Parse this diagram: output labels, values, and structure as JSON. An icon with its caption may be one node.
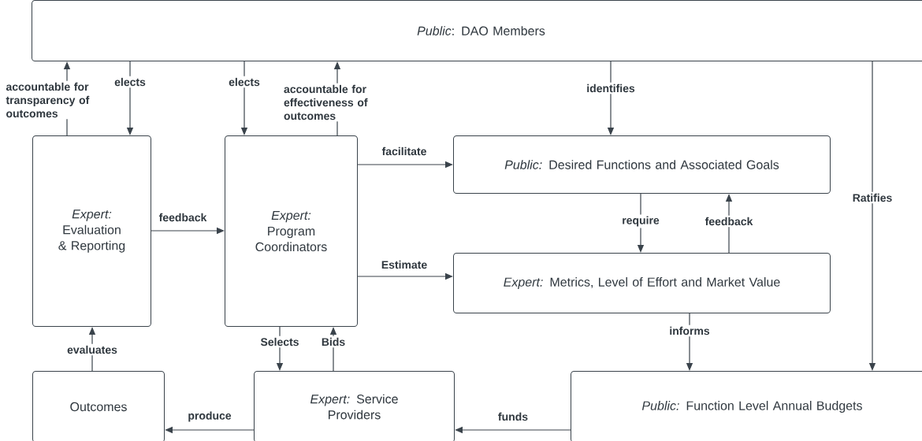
{
  "diagram": {
    "nodes": [
      {
        "text": [
          "*Public*: DAO Members"
        ]
      },
      {
        "text": [
          "*Expert:* Evaluation & Reporting"
        ]
      },
      {
        "text": [
          "*Expert:* Program Coordinators"
        ]
      },
      {
        "text": [
          "*Public:* Desired Functions and Associated Goals"
        ]
      },
      {
        "text": [
          "*Expert:* Metrics, Level of Effort and Market Value"
        ]
      },
      {
        "text": [
          "Outcomes"
        ]
      },
      {
        "text": [
          "*Expert:* Service Providers"
        ]
      },
      {
        "text": [
          "*Public:* Function Level Annual Budgets"
        ]
      }
    ],
    "edges": [
      {
        "from": 1,
        "to": 0,
        "arrow": "to",
        "label": "accountable for transparency of outcomes"
      },
      {
        "from": 0,
        "to": 1,
        "arrow": "to",
        "label": "elects"
      },
      {
        "from": 0,
        "to": 2,
        "arrow": "to",
        "label": "elects"
      },
      {
        "from": 2,
        "to": 0,
        "arrow": "to",
        "label": "accountable for effectiveness of outcomes"
      },
      {
        "from": 2,
        "to": 3,
        "arrow": "to",
        "label": "facilitate"
      },
      {
        "from": 2,
        "to": 4,
        "arrow": "to",
        "label": "Estimate"
      },
      {
        "from": 0,
        "to": 3,
        "arrow": "to",
        "label": "identifies"
      },
      {
        "from": 3,
        "to": 4,
        "arrow": "to",
        "label": "require"
      },
      {
        "from": 4,
        "to": 3,
        "arrow": "to",
        "label": "feedback"
      },
      {
        "from": 0,
        "to": 7,
        "arrow": "to",
        "label": "Ratifies"
      },
      {
        "from": 1,
        "to": 2,
        "arrow": "to",
        "label": "feedback"
      },
      {
        "from": 5,
        "to": 1,
        "arrow": "to",
        "label": "evaluates"
      },
      {
        "from": 2,
        "to": 6,
        "arrow": "to",
        "label": "Selects"
      },
      {
        "from": 6,
        "to": 2,
        "arrow": "to",
        "label": "Bids"
      },
      {
        "from": 4,
        "to": 7,
        "arrow": "to",
        "label": "informs"
      },
      {
        "from": 7,
        "to": 6,
        "arrow": "to",
        "label": "funds"
      },
      {
        "from": 6,
        "to": 5,
        "arrow": "to",
        "label": "produce"
      }
    ]
  }
}
